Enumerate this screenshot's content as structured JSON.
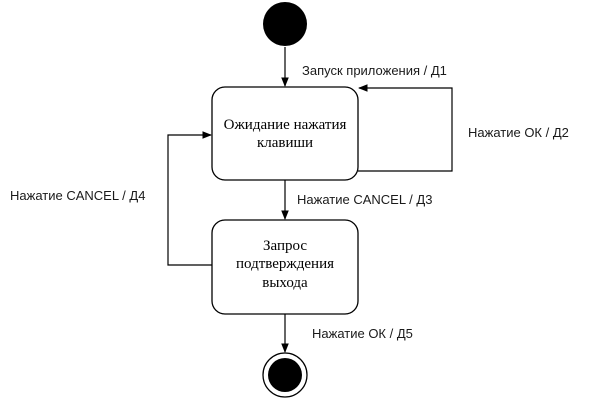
{
  "diagram": {
    "states": {
      "waiting": {
        "line1": "Ожидание нажатия",
        "line2": "клавиши"
      },
      "confirm": {
        "line1": "Запрос",
        "line2": "подтверждения",
        "line3": "выхода"
      }
    },
    "transitions": {
      "start": "Запуск приложения / Д1",
      "ok_self": "Нажатие ОК / Д2",
      "cancel_down": "Нажатие CANCEL / Д3",
      "cancel_back": "Нажатие CANCEL / Д4",
      "ok_final": "Нажатие ОК / Д5"
    },
    "colors": {
      "stroke": "#000000",
      "node_fill": "#ffffff",
      "pseudostate_fill": "#000000"
    }
  }
}
